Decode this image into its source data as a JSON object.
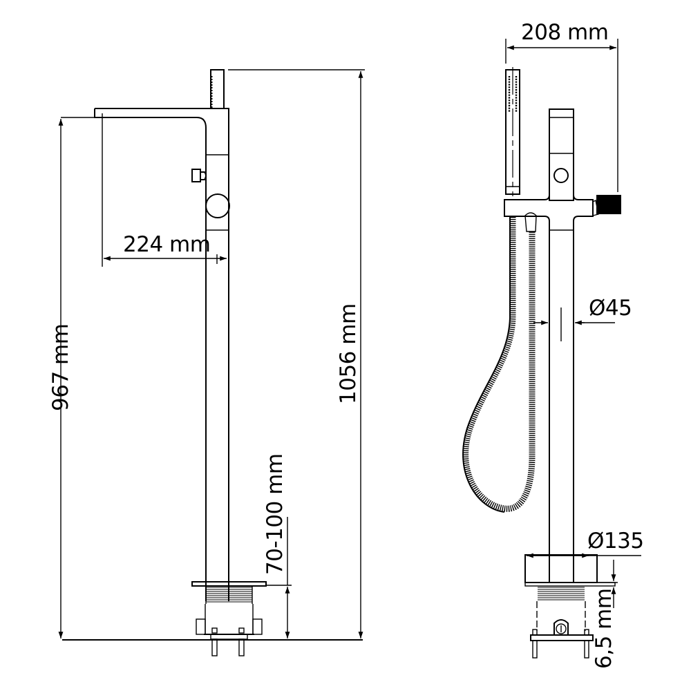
{
  "diagram": {
    "title": "Freestanding bath mixer with hand shower - dimension drawing",
    "views": [
      {
        "name": "side-view",
        "dimensions": {
          "spout_reach": "224 mm",
          "spout_height": "967 mm",
          "total_height": "1056 mm",
          "floor_depth": "70-100 mm"
        }
      },
      {
        "name": "front-view",
        "dimensions": {
          "width": "208 mm",
          "column_diameter": "Ø45",
          "base_diameter": "Ø135",
          "base_plate_height": "6,5 mm"
        }
      }
    ],
    "colors": {
      "line": "#000000",
      "background": "#ffffff"
    }
  }
}
